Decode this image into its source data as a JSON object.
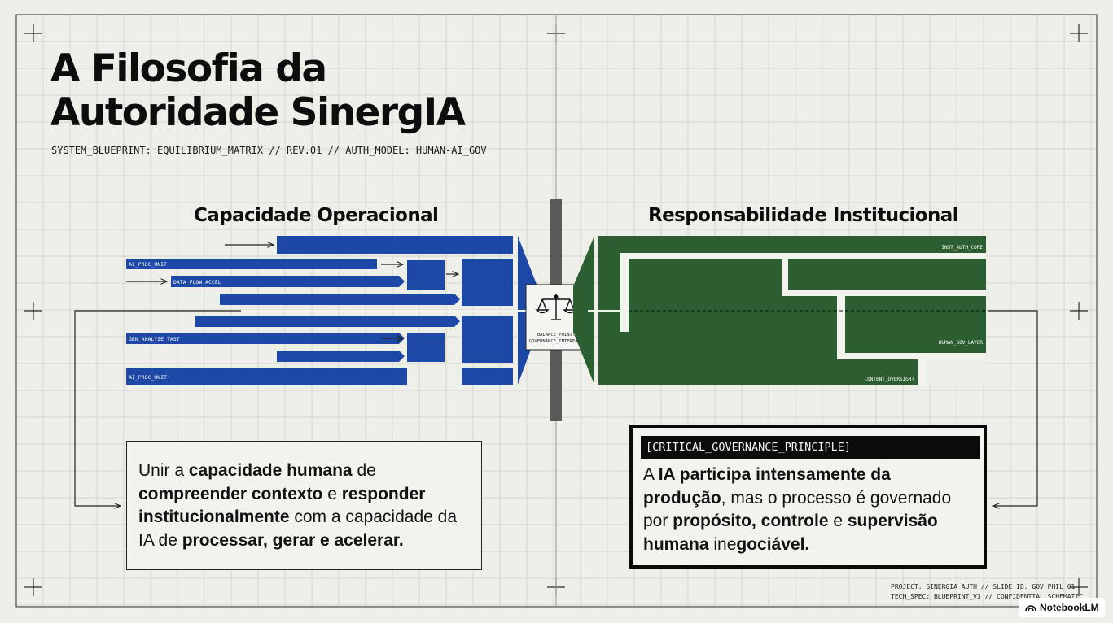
{
  "slide": {
    "title_line1": "A Filosofia da",
    "title_line2": "Autoridade SinergIA",
    "subtitle": "SYSTEM_BLUEPRINT: EQUILIBRIUM_MATRIX // REV.01 // AUTH_MODEL: HUMAN-AI_GOV"
  },
  "left_section": {
    "heading": "Capacidade Operacional",
    "labels": [
      "AI_PROC_UNIT",
      "DATA_FLOW_ACCEL",
      "GEN_ANALYZE_TAST",
      "AI_PROC_UNIT'"
    ],
    "color": "#1e48a6"
  },
  "right_section": {
    "heading": "Responsabilidade Institucional",
    "labels": [
      "INST_AUTH_CORE",
      "HUMAN_GOV_LAYER",
      "CONTENT_OVERSIGHT"
    ],
    "color": "#2c5e31"
  },
  "center": {
    "label_line1": "BALANCE_POINT:",
    "label_line2": "GOVERNANCE_INTERFACE",
    "icon": "scales-icon"
  },
  "left_box": {
    "t1": "Unir a ",
    "b1": "capacidade humana",
    "t2": " de ",
    "b2": "compreender contexto",
    "t3": " e ",
    "b3": "responder institucionalmente",
    "t4": " com a capacidade da IA de ",
    "b4": "processar, gerar e acelerar."
  },
  "right_box": {
    "tag": "[CRITICAL_GOVERNANCE_PRINCIPLE]",
    "t1": "A ",
    "b1": "IA participa intensamente da produção",
    "t2": ", mas o processo é governado por ",
    "b2": "propósito, controle",
    "t3": " e ",
    "b3": "supervisão humana",
    "t4": " ine",
    "b4": "gociável."
  },
  "footer": {
    "line1": "PROJECT: SINERGIA_AUTH // SLIDE_ID: GOV_PHIL_01",
    "line2": "TECH_SPEC: BLUEPRINT_V3 // CONFIDENTIAL_SCHEMATIC"
  },
  "badge": {
    "label": "NotebookLM",
    "icon": "notebooklm-icon"
  }
}
